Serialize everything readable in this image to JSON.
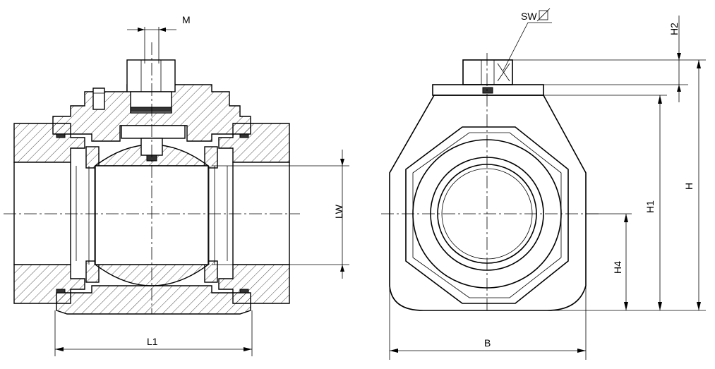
{
  "dimensions": {
    "M": "M",
    "SW": "SW",
    "H2": "H2",
    "H": "H",
    "H1": "H1",
    "H4": "H4",
    "LW": "LW",
    "L1": "L1",
    "B": "B"
  },
  "colors": {
    "line": "#000000",
    "background": "#ffffff"
  }
}
